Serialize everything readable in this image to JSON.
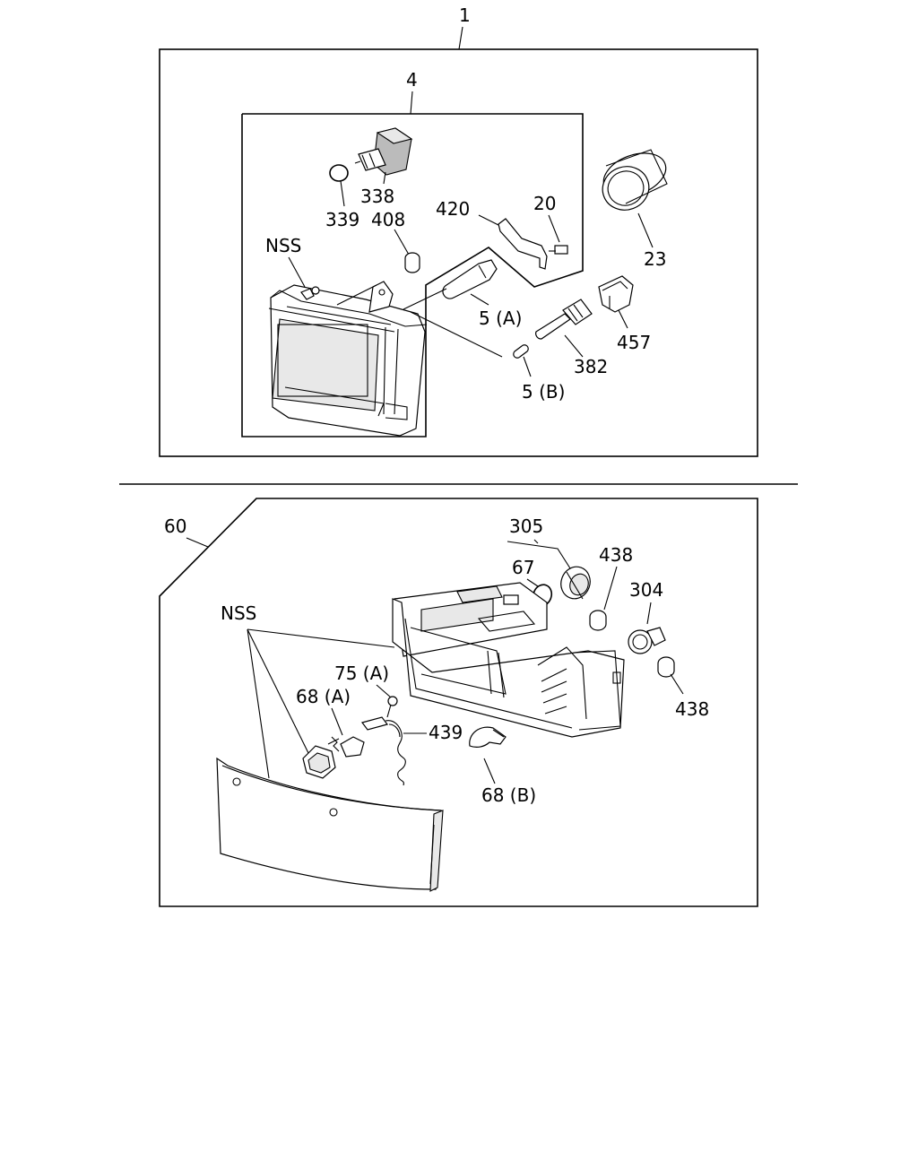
{
  "labels": {
    "n1": "1",
    "n4": "4",
    "n338": "338",
    "n339": "339",
    "n408": "408",
    "n420": "420",
    "n20": "20",
    "n23": "23",
    "nss_top": "NSS",
    "n5a": "5 (A)",
    "n5b": "5 (B)",
    "n382": "382",
    "n457": "457",
    "n60": "60",
    "n305": "305",
    "n67": "67",
    "n438a": "438",
    "n304": "304",
    "n438b": "438",
    "nss_bottom": "NSS",
    "n75a": "75 (A)",
    "n68a": "68 (A)",
    "n439": "439",
    "n68b": "68 (B)"
  }
}
